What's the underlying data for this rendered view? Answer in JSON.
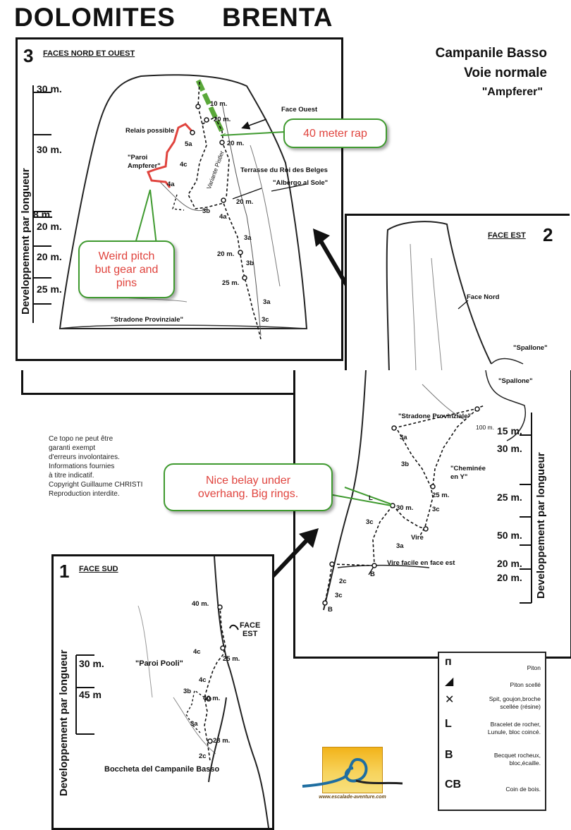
{
  "header": {
    "left": "DOLOMITES",
    "right": "BRENTA"
  },
  "route": {
    "name": "Campanile Basso",
    "type": "Voie normale",
    "alias": "\"Ampferer\""
  },
  "panel3": {
    "number": "3",
    "label": "FACES NORD ET OUEST",
    "axis": "Developpement par longueur",
    "ticks": [
      "30 m.",
      "30 m.",
      "8 m.",
      "20 m.",
      "20 m.",
      "25 m."
    ],
    "labels": {
      "face_ouest": "Face  Ouest",
      "relais": "Relais possible",
      "paroi": "\"Paroi\nAmpferer\"",
      "terrasse": "Terrasse du Roi des Belges",
      "albergo": "\"Albergo al Sole\"",
      "variante": "Variante Pistler",
      "stradone": "\"Stradone Provinziale\"",
      "m10": "10 m.",
      "m20a": "20 m.",
      "m20b": "20 m.",
      "m20c": "20 m.",
      "m20d": "20 m.",
      "m25": "25 m.",
      "p5a": "5a",
      "p4c": "4c",
      "p4a": "4a",
      "p3b": "3b",
      "p4a2": "4a",
      "p3b2": "3b",
      "p3a": "3a",
      "p3a2": "3a",
      "p3c": "3c"
    }
  },
  "panel2": {
    "number": "2",
    "label": "FACE EST",
    "axis": "Developpement par longueur",
    "ticks": [
      "15 m.",
      "30 m.",
      "25 m.",
      "50 m.",
      "20 m.",
      "20 m."
    ],
    "labels": {
      "face_nord": "Face Nord",
      "spallone1": "\"Spallone\"",
      "spallone2": "\"Spallone\"",
      "stradone": "\"Stradone Provinziale\"",
      "m100": "100 m.",
      "cheminee": "\"Cheminée\nen Y\"",
      "m30": "30 m.",
      "m25": "25 m.",
      "vire": "Vire",
      "vire_facile": "Vire facile en face est",
      "p3a": "3a",
      "p3b": "3b",
      "p3c": "3c",
      "p3c2": "3c",
      "p3a2": "3a",
      "p2c": "2c",
      "p3c3": "3c",
      "pB1": "B",
      "pB2": "B",
      "pL": "L"
    }
  },
  "panel1": {
    "number": "1",
    "label": "FACE SUD",
    "axis": "Developpement par longueur",
    "ticks": [
      "30 m.",
      "45 m"
    ],
    "labels": {
      "m40a": "40 m.",
      "face_est": "FACE\nEST",
      "paroi": "\"Paroi Pooli\"",
      "p4c": "4c",
      "m25": "25 m.",
      "p4c2": "4c",
      "p3b": "3b",
      "m40b": "40 m.",
      "p3a": "3a",
      "m28": "28 m.",
      "p2c": "2c",
      "boccheta": "Boccheta del Campanile Basso"
    }
  },
  "callouts": {
    "rap": "40 meter rap",
    "weird": "Weird pitch\nbut gear and\npins",
    "belay": "Nice belay under\noverhang. Big rings."
  },
  "disclaimer": [
    "Ce topo ne peut être",
    "garanti exempt",
    "d'erreurs involontaires.",
    "Informations fournies",
    "à titre indicatif.",
    "Copyright Guillaume CHRISTI",
    "Reproduction interdite."
  ],
  "legend": [
    {
      "symbol": "ᴨ",
      "text": "Piton"
    },
    {
      "symbol": "◢",
      "text": "Piton scellé"
    },
    {
      "symbol": "✕",
      "text": "Spit, goujon,broche\nscellée (résine)"
    },
    {
      "symbol": "L",
      "text": "Bracelet de rocher,\nLunule, bloc coincé."
    },
    {
      "symbol": "B",
      "text": "Becquet rocheux,\nbloc,écaille."
    },
    {
      "symbol": "CB",
      "text": "Coin de bois."
    }
  ],
  "logo": {
    "url": "www.escalade-aventure.com"
  },
  "colors": {
    "callout_border": "#3f9a2f",
    "callout_text": "#e0443e",
    "rap_line": "#5aa83a",
    "red_route": "#e0443e"
  }
}
